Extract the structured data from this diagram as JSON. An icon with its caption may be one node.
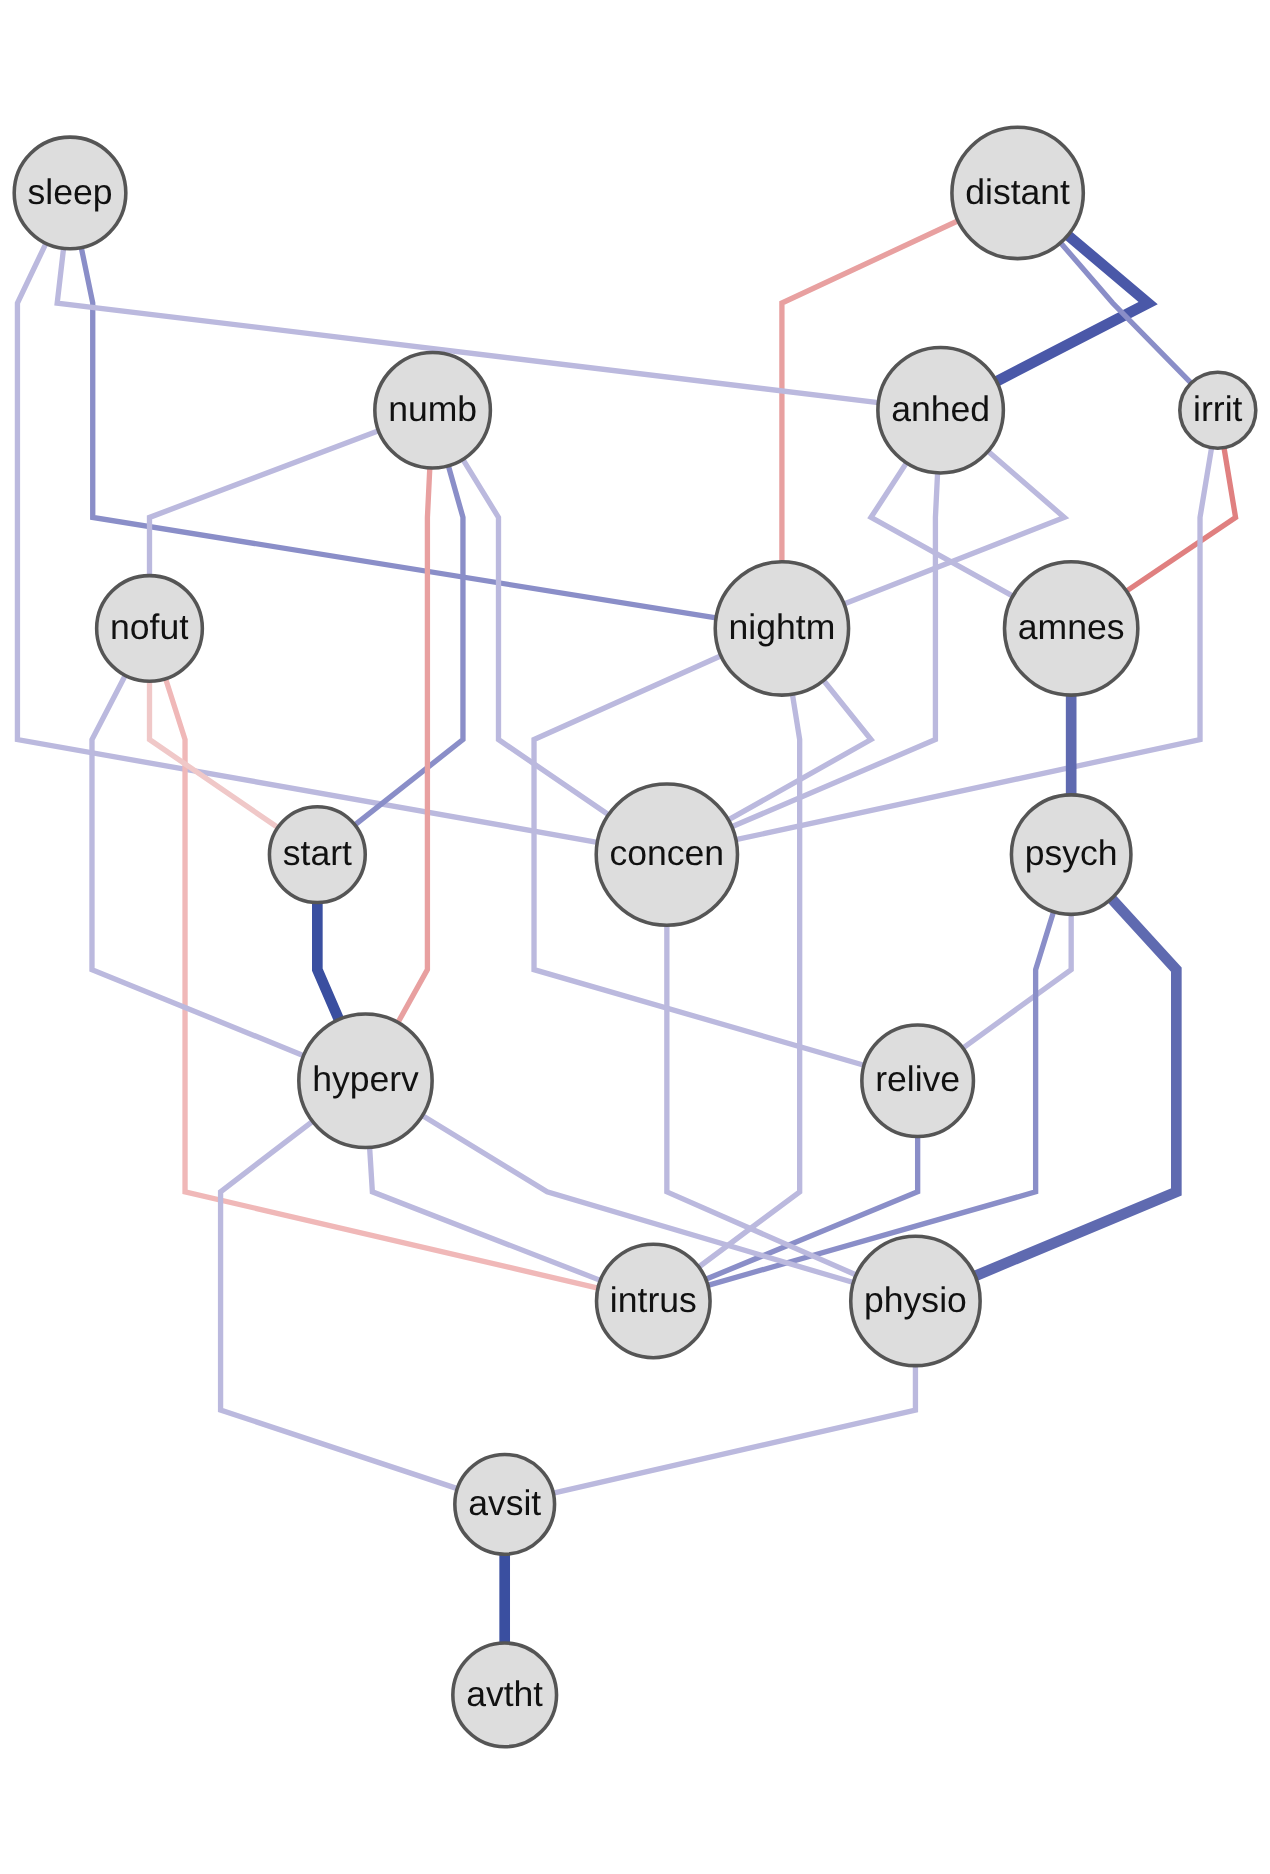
{
  "diagram": {
    "nodes": [
      {
        "text": [
          "distant"
        ]
      },
      {
        "text": [
          "sleep"
        ]
      },
      {
        "text": [
          "irrit"
        ]
      },
      {
        "text": [
          "anhed"
        ]
      },
      {
        "text": [
          "nightm"
        ]
      },
      {
        "text": [
          "numb"
        ]
      },
      {
        "text": [
          "concen"
        ]
      },
      {
        "text": [
          "amnes"
        ]
      },
      {
        "text": [
          "relive"
        ]
      },
      {
        "text": [
          "psych"
        ]
      },
      {
        "text": [
          "nofut"
        ]
      },
      {
        "text": [
          "physio"
        ]
      },
      {
        "text": [
          "intrus"
        ]
      },
      {
        "text": [
          "start"
        ]
      },
      {
        "text": [
          "hyperv"
        ]
      },
      {
        "text": [
          "avtht"
        ]
      },
      {
        "text": [
          "avsit"
        ]
      }
    ],
    "edges": [
      {
        "from": 0,
        "to": 3,
        "arrow": "none",
        "style": "thick",
        "color": "#4a58a8"
      },
      {
        "from": 0,
        "to": 2,
        "arrow": "none",
        "color": "#8a8ec8"
      },
      {
        "from": 0,
        "to": 4,
        "arrow": "none",
        "color": "#e8a0a0"
      },
      {
        "from": 1,
        "to": 4,
        "arrow": "none",
        "color": "#8a8ec8"
      },
      {
        "from": 1,
        "to": 3,
        "arrow": "none"
      },
      {
        "from": 2,
        "to": 7,
        "arrow": "none",
        "color": "#e08080"
      },
      {
        "from": 3,
        "to": 4,
        "arrow": "none"
      },
      {
        "from": 3,
        "to": 6,
        "arrow": "none"
      },
      {
        "from": 2,
        "to": 6,
        "arrow": "none"
      },
      {
        "from": 4,
        "to": 6,
        "arrow": "none"
      },
      {
        "from": 5,
        "to": 6,
        "arrow": "none"
      },
      {
        "from": 1,
        "to": 6,
        "arrow": "none"
      },
      {
        "from": 3,
        "to": 7,
        "arrow": "none"
      },
      {
        "from": 5,
        "to": 13,
        "arrow": "none",
        "color": "#8a8ec8"
      },
      {
        "from": 5,
        "to": 14,
        "arrow": "none",
        "color": "#e8a0a0"
      },
      {
        "from": 7,
        "to": 9,
        "arrow": "none",
        "style": "thick",
        "color": "#5f6ab0"
      },
      {
        "from": 9,
        "to": 11,
        "arrow": "none",
        "style": "thick",
        "color": "#5f6ab0"
      },
      {
        "from": 9,
        "to": 8,
        "arrow": "none"
      },
      {
        "from": 9,
        "to": 12,
        "arrow": "none",
        "color": "#8a8ec8"
      },
      {
        "from": 8,
        "to": 12,
        "arrow": "none",
        "color": "#8a8ec8"
      },
      {
        "from": 4,
        "to": 12,
        "arrow": "none"
      },
      {
        "from": 4,
        "to": 8,
        "arrow": "none"
      },
      {
        "from": 10,
        "to": 12,
        "arrow": "none",
        "color": "#f0b8b8"
      },
      {
        "from": 10,
        "to": 13,
        "arrow": "none",
        "color": "#f0c8c8"
      },
      {
        "from": 10,
        "to": 14,
        "arrow": "none"
      },
      {
        "from": 5,
        "to": 10,
        "arrow": "none"
      },
      {
        "from": 6,
        "to": 11,
        "arrow": "none"
      },
      {
        "from": 14,
        "to": 11,
        "arrow": "none"
      },
      {
        "from": 14,
        "to": 12,
        "arrow": "none"
      },
      {
        "from": 13,
        "to": 14,
        "arrow": "none",
        "style": "thick",
        "color": "#3a4fa0"
      },
      {
        "from": 14,
        "to": 16,
        "arrow": "none"
      },
      {
        "from": 11,
        "to": 16,
        "arrow": "none"
      },
      {
        "from": 16,
        "to": 15,
        "arrow": "none",
        "style": "thick",
        "color": "#3a4fa0"
      }
    ]
  }
}
